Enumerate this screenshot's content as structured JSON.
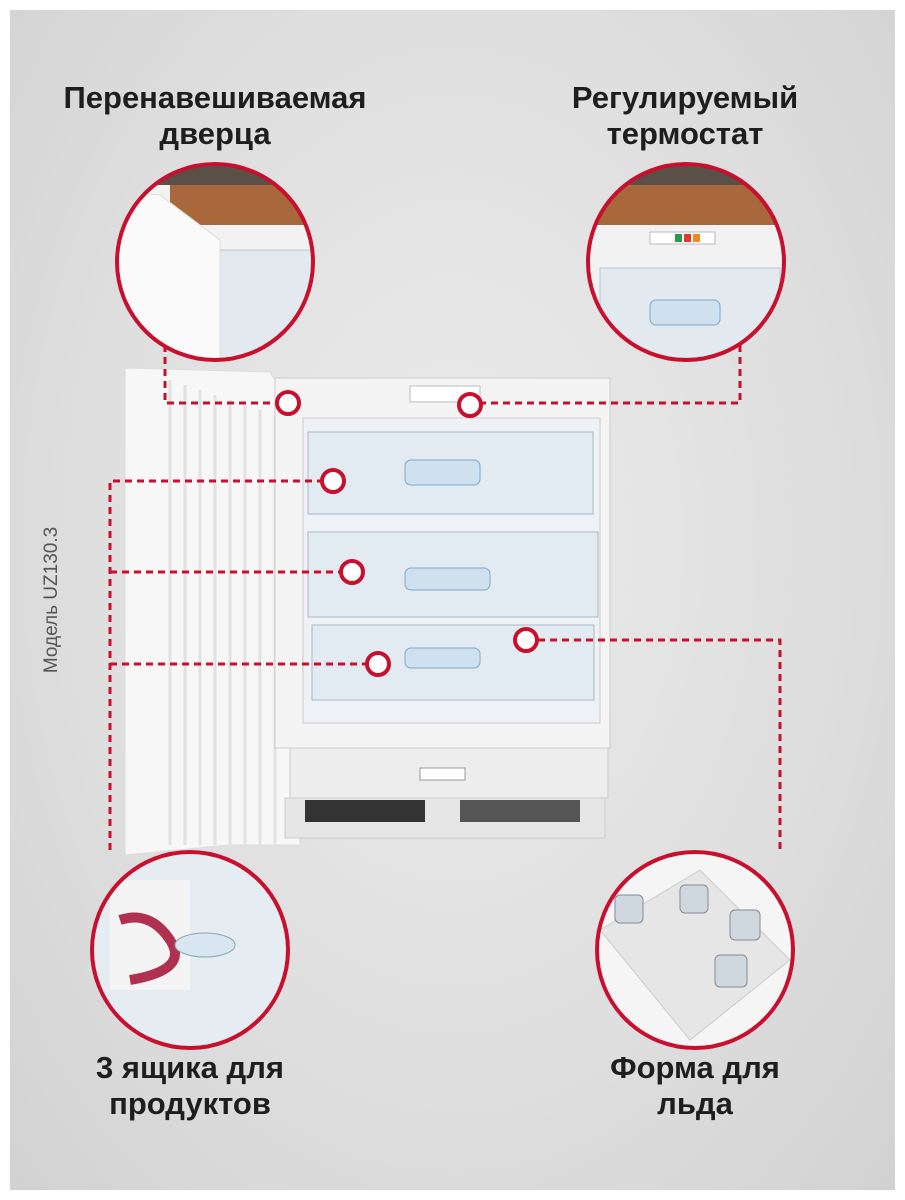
{
  "features": {
    "door": "Перенавешиваемая дверца",
    "thermostat": "Регулируемый термостат",
    "drawers": "3 ящика для продуктов",
    "ice": "Форма для льда"
  },
  "model": "Модель UZ130.3",
  "colors": {
    "accent": "#c8102e",
    "text": "#1e1e1e"
  }
}
